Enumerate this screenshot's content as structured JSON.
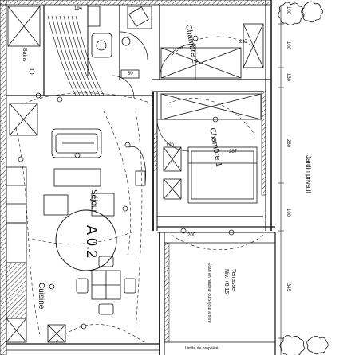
{
  "rooms": {
    "chambre_2": "Chambre 2",
    "chambre_1": "Chambre 1",
    "sejour": "Séjour",
    "cuisine": "Cuisine",
    "apartment_code": "A 0.2",
    "terrasse_title": "Terrasse",
    "terrasse_level": "Niv. +0.15",
    "terrasse_note": "Ecart en hauteur du Séjour arrière",
    "jardin": "Jardin privatif",
    "bain": "Bains",
    "limite": "Limite de propriété"
  },
  "dimensions": {
    "d194": "194",
    "d100a": "100",
    "d100b": "100",
    "d130": "130",
    "d280": "280",
    "d100c": "100",
    "d345": "345",
    "d80": "80",
    "d237": "237",
    "d287": "287",
    "d200": "200",
    "d120": "120"
  },
  "colors": {
    "line": "#111111",
    "hatch": "#333333",
    "background": "#ffffff"
  }
}
